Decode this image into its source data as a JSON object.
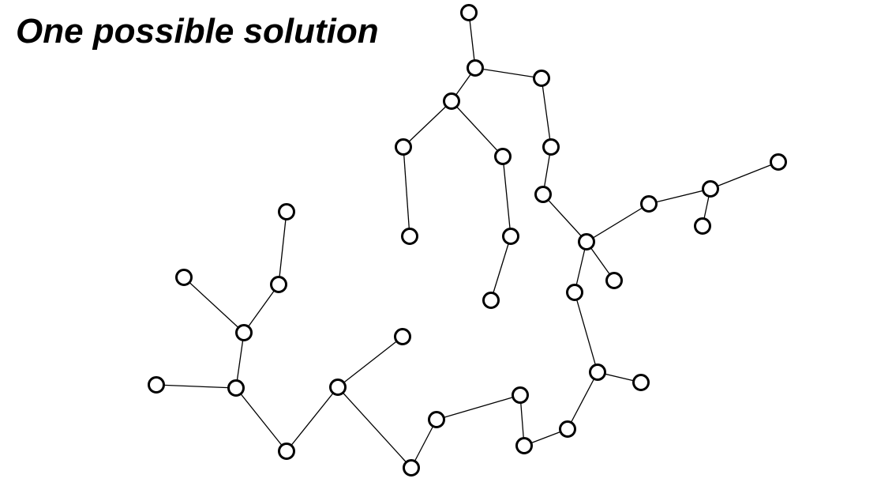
{
  "title": "One possible solution",
  "colors": {
    "node_fill": "#ffffff",
    "node_stroke": "#000000",
    "edge": "#000000"
  },
  "graph": {
    "type": "spanning-tree",
    "nodes": [
      {
        "id": "n1"
      },
      {
        "id": "n2"
      },
      {
        "id": "n3"
      },
      {
        "id": "n4"
      },
      {
        "id": "n5"
      },
      {
        "id": "n6"
      },
      {
        "id": "n7"
      },
      {
        "id": "n8"
      },
      {
        "id": "n9"
      },
      {
        "id": "n10"
      },
      {
        "id": "n11"
      },
      {
        "id": "n12"
      },
      {
        "id": "n13"
      },
      {
        "id": "n14"
      },
      {
        "id": "n15"
      },
      {
        "id": "n16"
      },
      {
        "id": "n17"
      },
      {
        "id": "n18"
      },
      {
        "id": "n19"
      },
      {
        "id": "n20"
      },
      {
        "id": "n21"
      },
      {
        "id": "n22"
      },
      {
        "id": "n23"
      },
      {
        "id": "n24"
      },
      {
        "id": "n25"
      },
      {
        "id": "n26"
      },
      {
        "id": "n27"
      },
      {
        "id": "n28"
      },
      {
        "id": "n29"
      },
      {
        "id": "n30"
      },
      {
        "id": "n31"
      },
      {
        "id": "n32"
      },
      {
        "id": "n33"
      },
      {
        "id": "n34"
      },
      {
        "id": "n35"
      },
      {
        "id": "n36"
      }
    ],
    "edges": [
      [
        "n1",
        "n2"
      ],
      [
        "n2",
        "n3"
      ],
      [
        "n2",
        "n4"
      ],
      [
        "n4",
        "n5"
      ],
      [
        "n4",
        "n6"
      ],
      [
        "n5",
        "n7"
      ],
      [
        "n6",
        "n8"
      ],
      [
        "n8",
        "n9"
      ],
      [
        "n3",
        "n10"
      ],
      [
        "n10",
        "n11"
      ],
      [
        "n11",
        "n12"
      ],
      [
        "n12",
        "n13"
      ],
      [
        "n13",
        "n14"
      ],
      [
        "n14",
        "n15"
      ],
      [
        "n14",
        "n16"
      ],
      [
        "n16",
        "n17"
      ],
      [
        "n13",
        "n18"
      ],
      [
        "n13",
        "n19"
      ],
      [
        "n19",
        "n20"
      ],
      [
        "n20",
        "n21"
      ],
      [
        "n20",
        "n22"
      ],
      [
        "n22",
        "n23"
      ],
      [
        "n23",
        "n24"
      ],
      [
        "n24",
        "n25"
      ],
      [
        "n25",
        "n26"
      ],
      [
        "n26",
        "n27"
      ],
      [
        "n27",
        "n28"
      ],
      [
        "n27",
        "n29"
      ],
      [
        "n28",
        "n30"
      ],
      [
        "n30",
        "n31"
      ],
      [
        "n31",
        "n32"
      ],
      [
        "n31",
        "n33"
      ],
      [
        "n32",
        "n34"
      ],
      [
        "n32",
        "n35"
      ],
      [
        "n34",
        "n36"
      ]
    ]
  }
}
